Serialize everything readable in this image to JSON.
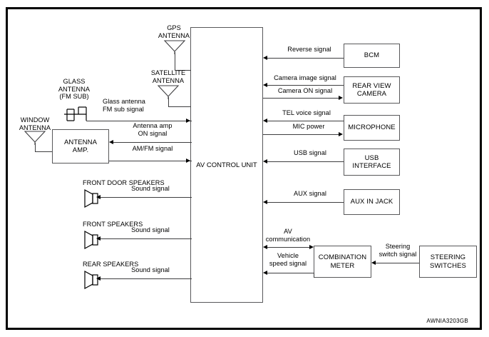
{
  "diagram": {
    "code": "AWNIA3203GB",
    "central_unit": {
      "label": "AV CONTROL UNIT"
    },
    "antennas": [
      {
        "name": "gps-antenna",
        "label_line1": "GPS",
        "label_line2": "ANTENNA"
      },
      {
        "name": "satellite-antenna",
        "label_line1": "SATELLITE",
        "label_line2": "ANTENNA"
      },
      {
        "name": "window-antenna",
        "label_line1": "WINDOW",
        "label_line2": "ANTENNA"
      },
      {
        "name": "glass-antenna",
        "label_line1": "GLASS",
        "label_line2": "ANTENNA",
        "label_line3": "(FM SUB)"
      }
    ],
    "left_blocks": [
      {
        "name": "antenna-amp",
        "line1": "ANTENNA",
        "line2": "AMP."
      }
    ],
    "speakers": [
      {
        "name": "front-door-speakers",
        "label": "FRONT DOOR SPEAKERS",
        "signal": "Sound signal"
      },
      {
        "name": "front-speakers",
        "label": "FRONT SPEAKERS",
        "signal": "Sound signal"
      },
      {
        "name": "rear-speakers",
        "label": "REAR SPEAKERS",
        "signal": "Sound signal"
      }
    ],
    "right_blocks": [
      {
        "name": "bcm",
        "line1": "BCM",
        "line2": ""
      },
      {
        "name": "rear-view-camera",
        "line1": "REAR VIEW",
        "line2": "CAMERA"
      },
      {
        "name": "microphone",
        "line1": "MICROPHONE",
        "line2": ""
      },
      {
        "name": "usb-interface",
        "line1": "USB",
        "line2": "INTERFACE"
      },
      {
        "name": "aux-in-jack",
        "line1": "AUX IN JACK",
        "line2": ""
      },
      {
        "name": "combination-meter",
        "line1": "COMBINATION",
        "line2": "METER"
      },
      {
        "name": "steering-switches",
        "line1": "STEERING",
        "line2": "SWITCHES"
      }
    ],
    "signals": {
      "glass_fm_sub_1": "Glass antenna",
      "glass_fm_sub_2": "FM sub signal",
      "antenna_amp_on_1": "Antenna amp",
      "antenna_amp_on_2": "ON signal",
      "am_fm": "AM/FM signal",
      "reverse": "Reverse signal",
      "camera_image": "Camera image signal",
      "camera_on": "Camera ON signal",
      "tel_voice": "TEL voice signal",
      "mic_power": "MIC power",
      "usb": "USB signal",
      "aux": "AUX signal",
      "av_comm_1": "AV",
      "av_comm_2": "communication",
      "veh_speed_1": "Vehicle",
      "veh_speed_2": "speed signal",
      "steering_switch_1": "Steering",
      "steering_switch_2": "switch signal"
    }
  }
}
